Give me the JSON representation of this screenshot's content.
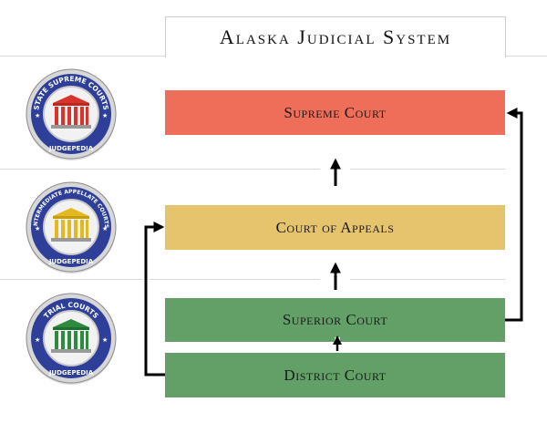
{
  "title": "Alaska Judicial System",
  "courts": [
    {
      "label": "Supreme Court",
      "color": "#ef6e59"
    },
    {
      "label": "Court of Appeals",
      "color": "#e6c46e"
    },
    {
      "label": "Superior Court",
      "color": "#62a067"
    },
    {
      "label": "District Court",
      "color": "#62a067"
    }
  ],
  "seals": [
    {
      "top_text": "STATE SUPREME COURTS",
      "bottom_text": "JUDGEPEDIA",
      "column_color": "#d9342b",
      "ring_color": "#2e3f9a"
    },
    {
      "top_text": "INTERMEDIATE APPELLATE COURTS",
      "bottom_text": "JUDGEPEDIA",
      "column_color": "#e3b91f",
      "ring_color": "#2e3f9a"
    },
    {
      "top_text": "TRIAL COURTS",
      "bottom_text": "JUDGEPEDIA",
      "column_color": "#2d8a3e",
      "ring_color": "#2e3f9a"
    }
  ]
}
